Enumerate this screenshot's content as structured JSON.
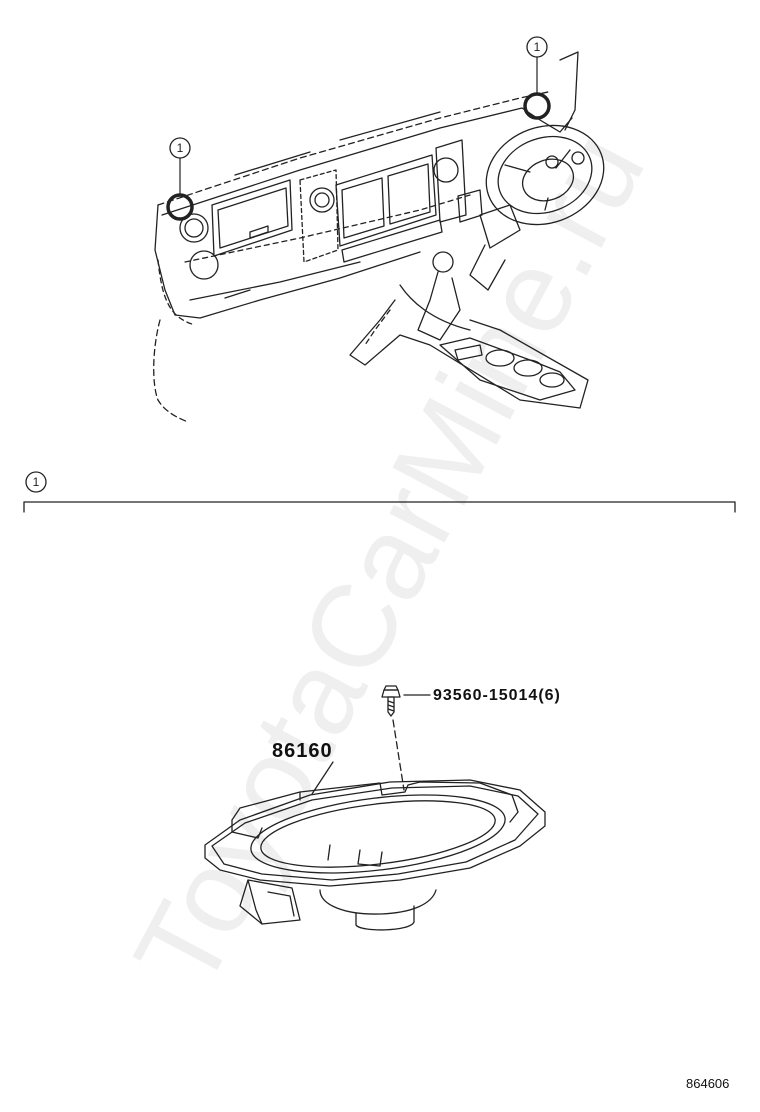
{
  "watermark": "ToyotaCarMine.ru",
  "callouts": {
    "marker_left": "1",
    "marker_right": "1",
    "section": "1"
  },
  "parts": {
    "speaker_assy": "86160",
    "screw": "93560-15014(6)"
  },
  "illustration_id": "864606"
}
